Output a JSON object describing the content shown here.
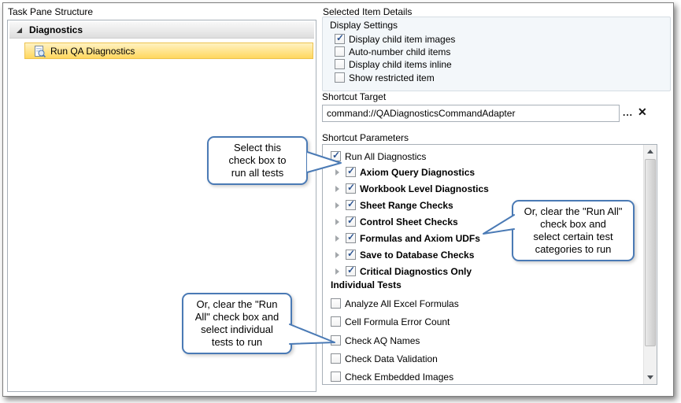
{
  "colors": {
    "selection-start": "#FFF2C2",
    "selection-end": "#FFD75E",
    "selection-border": "#ECC24F",
    "callout-border": "#4A7AB5",
    "check": "#2C5491"
  },
  "left_panel": {
    "title": "Task Pane Structure",
    "tree": {
      "root_label": "Diagnostics",
      "selected_item": "Run QA Diagnostics"
    }
  },
  "right_panel": {
    "title": "Selected Item Details",
    "display_settings": {
      "title": "Display Settings",
      "options": [
        {
          "label": "Display child item images",
          "checked": true
        },
        {
          "label": "Auto-number child items",
          "checked": false
        },
        {
          "label": "Display child items inline",
          "checked": false
        },
        {
          "label": "Show restricted item",
          "checked": false
        }
      ]
    },
    "shortcut_target": {
      "label": "Shortcut Target",
      "value": "command://QADiagnosticsCommandAdapter",
      "browse_label": "...",
      "clear_label": "✕"
    },
    "shortcut_parameters": {
      "label": "Shortcut Parameters",
      "run_all": {
        "label": "Run All Diagnostics",
        "checked": true
      },
      "categories": [
        {
          "label": "Axiom Query Diagnostics",
          "checked": true
        },
        {
          "label": "Workbook Level Diagnostics",
          "checked": true
        },
        {
          "label": "Sheet Range Checks",
          "checked": true
        },
        {
          "label": "Control Sheet Checks",
          "checked": true
        },
        {
          "label": "Formulas and Axiom UDFs",
          "checked": true
        },
        {
          "label": "Save to Database Checks",
          "checked": true
        },
        {
          "label": "Critical Diagnostics Only",
          "checked": true
        }
      ],
      "individual_header": "Individual Tests",
      "individual_tests": [
        {
          "label": "Analyze All Excel Formulas",
          "checked": false
        },
        {
          "label": "Cell Formula Error Count",
          "checked": false
        },
        {
          "label": "Check AQ Names",
          "checked": false
        },
        {
          "label": "Check Data Validation",
          "checked": false
        },
        {
          "label": "Check Embedded Images",
          "checked": false
        }
      ]
    }
  },
  "callouts": {
    "run_all": {
      "text": "Select this\ncheck box to\nrun all tests"
    },
    "categories": {
      "text": "Or, clear the \"Run All\"\ncheck box and\nselect certain test\ncategories to run"
    },
    "individual": {
      "text": "Or, clear the \"Run\nAll\" check box and\nselect individual\ntests to run"
    }
  }
}
